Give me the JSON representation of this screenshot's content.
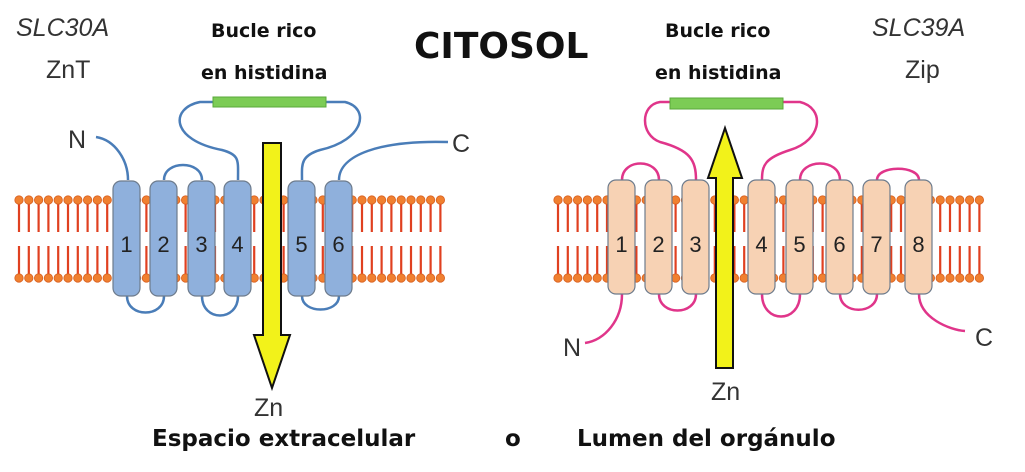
{
  "title": "CITOSOL",
  "left": {
    "gene": "SLC30A",
    "protein": "ZnT",
    "loop_label_line1": "Bucle rico",
    "loop_label_line2": "en histidina",
    "n_label": "N",
    "c_label": "C",
    "ion_label": "Zn",
    "helices": [
      "1",
      "2",
      "3",
      "4",
      "5",
      "6"
    ],
    "direction": "out"
  },
  "right": {
    "gene": "SLC39A",
    "protein": "Zip",
    "loop_label_line1": "Bucle rico",
    "loop_label_line2": "en histidina",
    "n_label": "N",
    "c_label": "C",
    "ion_label": "Zn",
    "helices": [
      "1",
      "2",
      "3",
      "4",
      "5",
      "6",
      "7",
      "8"
    ],
    "direction": "in"
  },
  "bottom": {
    "part1": "Espacio extracelular",
    "connector": "o",
    "part2": "Lumen del orgánulo"
  },
  "colors": {
    "znt_helix": "#8fb0dc",
    "znt_loop": "#4a7db8",
    "zip_helix": "#f7d2b4",
    "zip_loop": "#e0358a",
    "lipid": "#e04020",
    "lipid_head": "#f08030",
    "his_loop": "#7ccc55",
    "arrow": "#f2f21a"
  }
}
